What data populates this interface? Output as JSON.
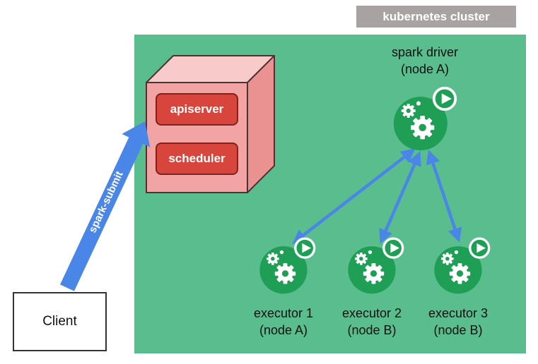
{
  "diagram": {
    "cluster_label": "kubernetes cluster",
    "client_label": "Client",
    "spark_submit_label": "spark-submit",
    "control_plane": {
      "apiserver": "apiserver",
      "scheduler": "scheduler"
    },
    "driver": {
      "title": "spark driver",
      "subtitle": "(node A)"
    },
    "executors": [
      {
        "title": "executor 1",
        "subtitle": "(node A)"
      },
      {
        "title": "executor 2",
        "subtitle": "(node B)"
      },
      {
        "title": "executor 3",
        "subtitle": "(node B)"
      }
    ],
    "colors": {
      "cluster_bg": "#5abd8d",
      "icon_green": "#1f9e55",
      "arrow_blue": "#4a86e8",
      "box_red": "#d8453c",
      "box_red_border": "#7e241f",
      "cube_front": "#f2a3a3",
      "cube_top": "#f9caca",
      "cube_right": "#ea9292",
      "badge_gray": "#a8a2a2"
    }
  }
}
